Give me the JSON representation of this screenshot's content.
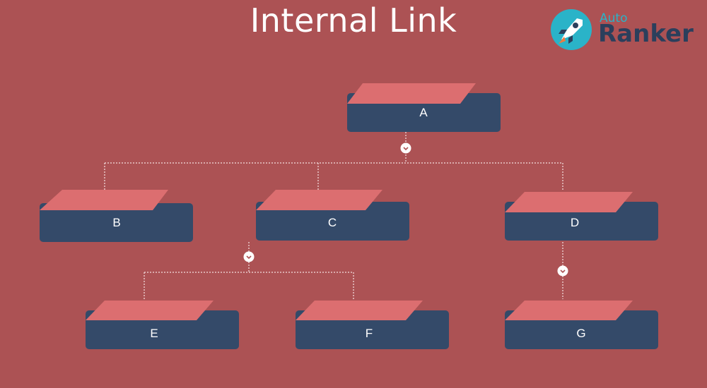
{
  "title": "Internal Link",
  "logo": {
    "small": "Auto",
    "big": "Ranker"
  },
  "nodes": {
    "A": "A",
    "B": "B",
    "C": "C",
    "D": "D",
    "E": "E",
    "F": "F",
    "G": "G"
  },
  "colors": {
    "background": "#ac5254",
    "node_body": "#344a69",
    "node_tab": "#dc6e70",
    "connector": "#e8c8c8"
  }
}
